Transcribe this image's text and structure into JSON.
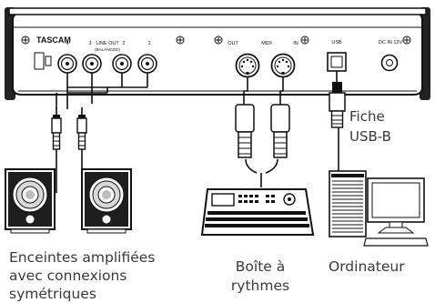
{
  "panel": {
    "brand": "TASCAM",
    "jack_numbers": [
      "4",
      "3",
      "2",
      "1"
    ],
    "line_out_label_1": "LINE OUT",
    "line_out_label_2": "(BALANCED)",
    "midi_out": "OUT",
    "midi_label": "MIDI",
    "midi_in": "IN",
    "usb_label": "USB",
    "dc_label": "DC IN 12V"
  },
  "callouts": {
    "fiche_line1": "Fiche",
    "fiche_line2": "USB-B"
  },
  "captions": {
    "speakers_line1": "Enceintes amplifiées",
    "speakers_line2": "avec connexions",
    "speakers_line3": "symétriques",
    "drum_line1": "Boîte à",
    "drum_line2": "rythmes",
    "computer": "Ordinateur"
  },
  "colors": {
    "panel_edge": "#111111",
    "speaker_body": "#1a1a1a",
    "cable": "#111111"
  }
}
